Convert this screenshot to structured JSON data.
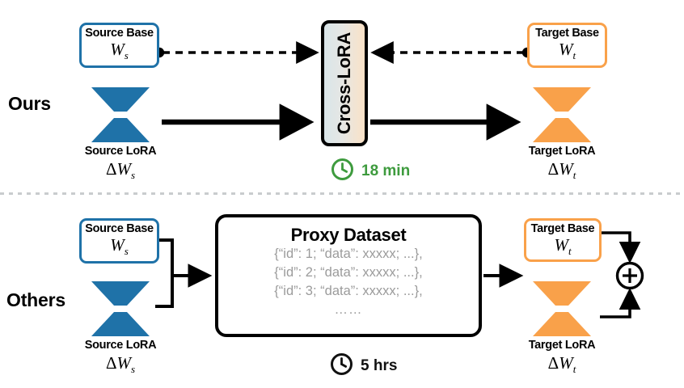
{
  "figure": {
    "rows": [
      {
        "id": "ours",
        "label": "Ours"
      },
      {
        "id": "others",
        "label": "Others"
      }
    ],
    "divider": {
      "style": "dotted",
      "color": "#c9ccce"
    }
  },
  "colors": {
    "source_blue": "#1f72a8",
    "target_orange": "#f9a14a",
    "module_gradient_left": "#d9e5e9",
    "module_gradient_right": "#fae2c7",
    "fast_green": "#3e9b3e",
    "slow_black": "#111111",
    "proxy_text_gray": "#9b9b9b"
  },
  "ours": {
    "source_base": {
      "title": "Source Base",
      "symbol": "W",
      "subscript": "s"
    },
    "source_lora": {
      "title": "Source LoRA",
      "symbol": "ΔW",
      "subscript": "s"
    },
    "module": {
      "label": "Cross-LoRA"
    },
    "target_base": {
      "title": "Target Base",
      "symbol": "W",
      "subscript": "t"
    },
    "target_lora": {
      "title": "Target LoRA",
      "symbol": "ΔW",
      "subscript": "t"
    },
    "timing": {
      "icon": "clock-icon",
      "value": "18 min",
      "color": "#3e9b3e"
    }
  },
  "others": {
    "source_base": {
      "title": "Source Base",
      "symbol": "W",
      "subscript": "s"
    },
    "source_lora": {
      "title": "Source LoRA",
      "symbol": "ΔW",
      "subscript": "s"
    },
    "proxy": {
      "title": "Proxy Dataset",
      "lines": [
        "{“id”: 1; “data”: xxxxx; ...},",
        "{“id”: 2; “data”: xxxxx; ...},",
        "{“id”: 3; “data”: xxxxx; ...},",
        "……"
      ]
    },
    "target_base": {
      "title": "Target Base",
      "symbol": "W",
      "subscript": "t"
    },
    "target_lora": {
      "title": "Target LoRA",
      "symbol": "ΔW",
      "subscript": "t"
    },
    "combine": {
      "operator": "+"
    },
    "timing": {
      "icon": "clock-icon",
      "value": "5 hrs",
      "color": "#111111"
    }
  }
}
